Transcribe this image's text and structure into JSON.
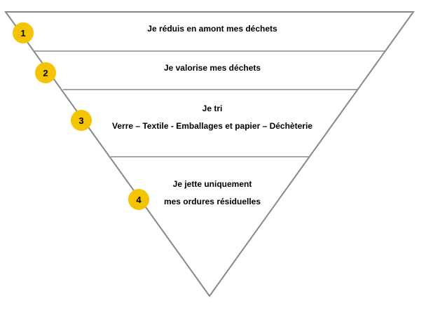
{
  "levels": [
    {
      "number": "1",
      "lines": [
        "Je réduis en amont mes déchets"
      ]
    },
    {
      "number": "2",
      "lines": [
        "Je valorise mes déchets"
      ]
    },
    {
      "number": "3",
      "lines": [
        "Je tri",
        "Verre – Textile - Emballages et papier – Déchèterie"
      ]
    },
    {
      "number": "4",
      "lines": [
        "Je jette uniquement",
        "mes ordures résiduelles"
      ]
    }
  ],
  "colors": {
    "badge": "#f5c400",
    "outline": "#888888",
    "text": "#000000"
  }
}
